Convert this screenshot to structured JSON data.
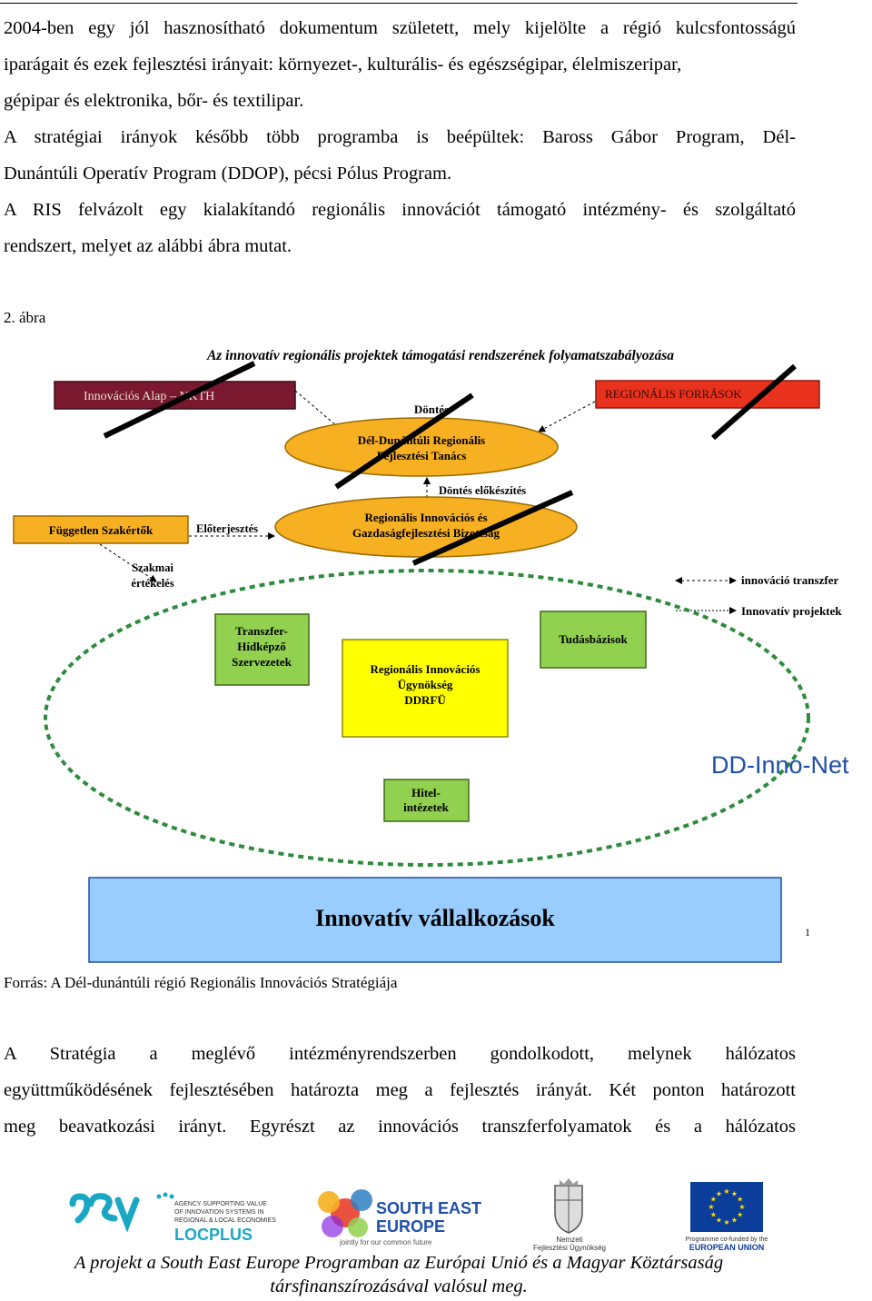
{
  "intro_lines": [
    "2004-ben egy jól hasznosítható dokumentum született, mely kijelölte a régió kulcsfontosságú",
    "iparágait és ezek fejlesztési irányait: környezet-, kulturális- és egészségipar, élelmiszeripar,",
    "gépipar és elektronika, bőr- és textilipar.",
    "A stratégiai irányok később több programba is beépültek: Baross Gábor Program, Dél-",
    "Dunántúli Operatív Program (DDOP), pécsi Pólus Program.",
    "A RIS felvázolt egy kialakítandó regionális innovációt támogató intézmény- és szolgáltató",
    "rendszert, melyet az alábbi ábra mutat."
  ],
  "figure_caption": "2. ábra",
  "diagram": {
    "title": "Az innovatív regionális projektek támogatási rendszerének folyamatszabályozása",
    "box_nkth": "Innovációs Alap – NKTH",
    "box_regional_sources": "REGIONÁLIS FORRÁSOK",
    "label_decision": "Döntés",
    "council_line1": "Dél-Dunántúli Regionális",
    "council_line2": "Fejlesztési Tanács",
    "label_decision_prep": "Döntés előkészítés",
    "committee_line1": "Regionális Innovációs és",
    "committee_line2": "Gazdaságfejlesztési Bizottság",
    "box_experts": "Független Szakértők",
    "label_submission": "Előterjesztés",
    "eval_line1": "Szakmai",
    "eval_line2": "értékelés",
    "legend_transfer": "innováció transzfer",
    "legend_projects": "Innovatív projektek",
    "transfer_line1": "Transzfer-",
    "transfer_line2": "Hídképző",
    "transfer_line3": "Szervezetek",
    "agency_line1": "Regionális Innovációs",
    "agency_line2": "Ügynökség",
    "agency_line3": "DDRFÜ",
    "knowledge_bases": "Tudásbázisok",
    "credit_line1": "Hitel-",
    "credit_line2": "intézetek",
    "network_name": "DD-Inno-Net",
    "innovative_companies": "Innovatív vállalkozások",
    "footnote_mark": "1",
    "colors": {
      "maroon": "#7a1830",
      "red": "#e8321e",
      "orange": "#f7b021",
      "yellow": "#ffff00",
      "green": "#92d050",
      "light_blue": "#99ccff",
      "network_blue": "#1f4fa8",
      "dashed_green": "#2e8b3d"
    }
  },
  "source_text": "Forrás: A Dél-dunántúli régió Regionális Innovációs Stratégiája",
  "outro_lines": [
    "A Stratégia a meglévő intézményrendszerben gondolkodott, melynek hálózatos",
    "együttműködésének fejlesztésében határozta meg a fejlesztés irányát. Két ponton határozott",
    "meg beavatkozási irányt. Egyrészt az innovációs transzferfolyamatok és a hálózatos"
  ],
  "logos": {
    "isv_line1": "AGENCY SUPPORTING VALUE",
    "isv_line2": "OF INNOVATION SYSTEMS IN",
    "isv_line3": "REGIONAL & LOCAL ECONOMIES",
    "locplus": "LOCPLUS",
    "see_line1": "SOUTH EAST",
    "see_line2": "EUROPE",
    "see_tagline": "jointly for our common future",
    "nfu_line1": "Nemzeti",
    "nfu_line2": "Fejlesztési Ügynökség",
    "eu_line1": "Programme co-funded by the",
    "eu_line2": "EUROPEAN UNION"
  },
  "footer_line1": "A projekt a South East Europe Programban az Európai Unió és a Magyar Köztársaság",
  "footer_line2": "társfinanszírozásával valósul meg."
}
